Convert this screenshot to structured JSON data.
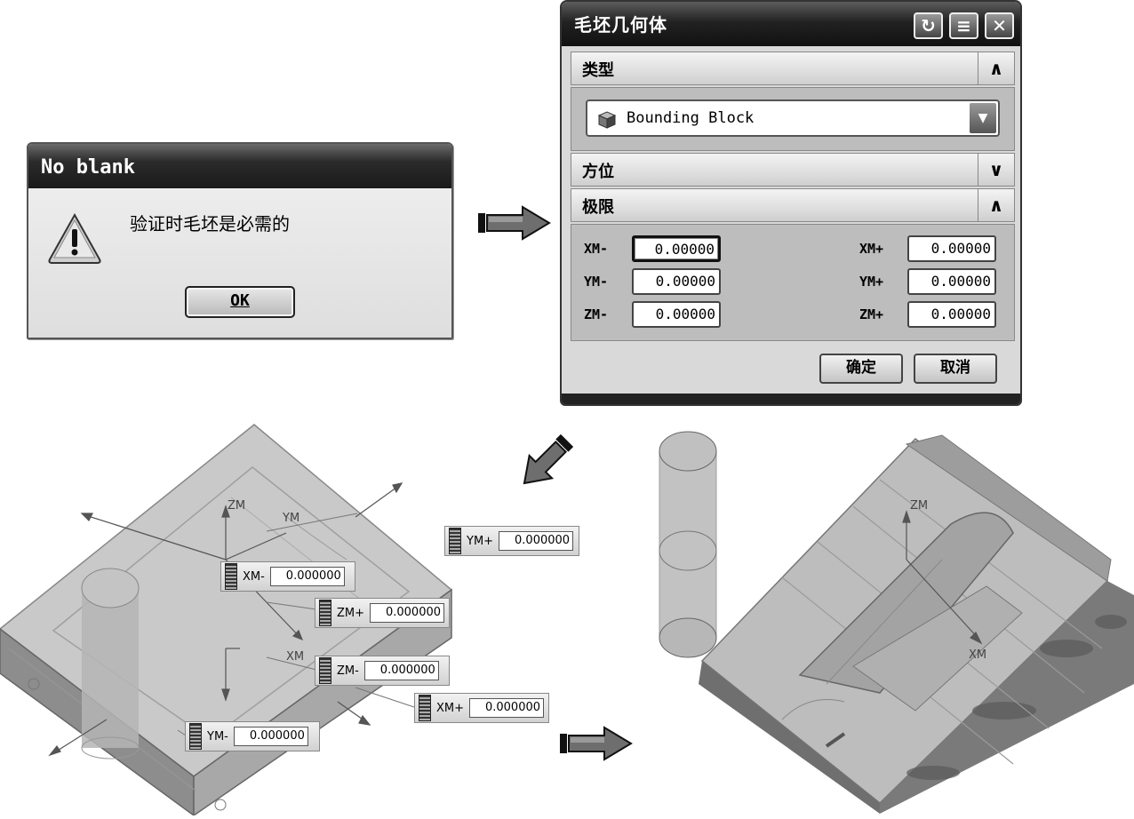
{
  "no_blank_dialog": {
    "title": "No blank",
    "message": "验证时毛坯是必需的",
    "ok_label": "OK",
    "icon": "warning-icon"
  },
  "blank_dialog": {
    "title": "毛坯几何体",
    "title_buttons": [
      "reset-icon",
      "menu-icon",
      "close-icon"
    ],
    "sections": {
      "type": {
        "label": "类型",
        "expanded": true,
        "selected": "Bounding Block",
        "icon": "cube-icon"
      },
      "orientation": {
        "label": "方位",
        "expanded": false
      },
      "limits": {
        "label": "极限",
        "expanded": true
      }
    },
    "limits": {
      "xm_minus": {
        "label": "XM-",
        "value": "0.00000"
      },
      "ym_minus": {
        "label": "YM-",
        "value": "0.00000"
      },
      "zm_minus": {
        "label": "ZM-",
        "value": "0.00000"
      },
      "xm_plus": {
        "label": "XM+",
        "value": "0.00000"
      },
      "ym_plus": {
        "label": "YM+",
        "value": "0.00000"
      },
      "zm_plus": {
        "label": "ZM+",
        "value": "0.00000"
      }
    },
    "ok_label": "确定",
    "cancel_label": "取消"
  },
  "viewport_left": {
    "axes": {
      "zm": "ZM",
      "ym": "YM",
      "xm": "XM"
    },
    "handles": {
      "ym_plus": {
        "label": "YM+",
        "value": "0.000000"
      },
      "xm_minus": {
        "label": "XM-",
        "value": "0.000000"
      },
      "zm_plus": {
        "label": "ZM+",
        "value": "0.000000"
      },
      "zm_minus": {
        "label": "ZM-",
        "value": "0.000000"
      },
      "xm_plus": {
        "label": "XM+",
        "value": "0.000000"
      },
      "ym_minus": {
        "label": "YM-",
        "value": "0.000000"
      }
    }
  },
  "viewport_right": {
    "axes": {
      "zm": "ZM",
      "xm": "XM"
    }
  },
  "colors": {
    "titlebar_dark": "#1a1a1a",
    "dialog_bg": "#d9d9d9",
    "arrow": "#444444"
  }
}
